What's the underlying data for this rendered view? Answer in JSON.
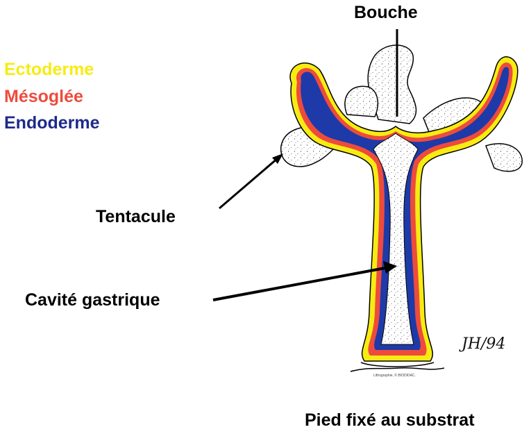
{
  "legend": {
    "items": [
      {
        "label": "Ectoderme",
        "color": "#f7ec12"
      },
      {
        "label": "Mésoglée",
        "color": "#ee4b3d"
      },
      {
        "label": "Endoderme",
        "color": "#1d2a8a"
      }
    ]
  },
  "labels": {
    "bouche": "Bouche",
    "tentacule": "Tentacule",
    "cavite": "Cavité gastrique",
    "pied": "Pied fixé au substrat"
  },
  "signature": "JH/94",
  "credit": "Lithographie, © BIODIDAC.",
  "colors": {
    "ectoderme": "#f7ec12",
    "mesoglee": "#ee4b3d",
    "endoderme": "#1d3aa8",
    "outline": "#000000",
    "fill": "#ffffff"
  }
}
